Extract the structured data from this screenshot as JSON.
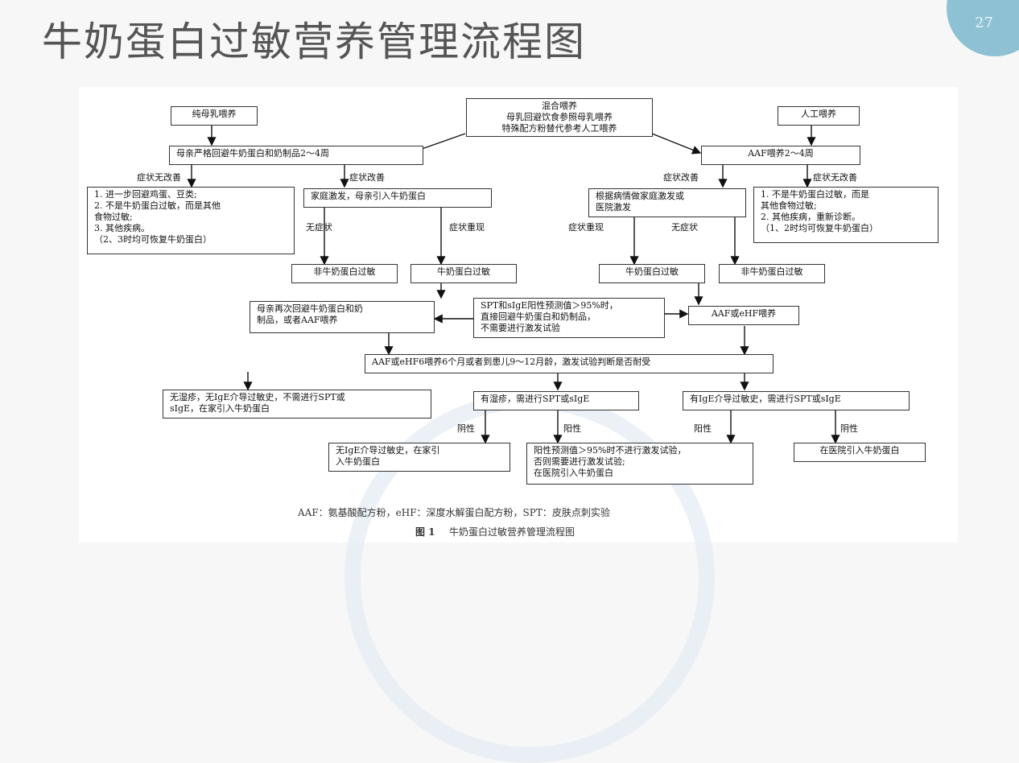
{
  "slide": {
    "title": "牛奶蛋白过敏营养管理流程图",
    "page_number": "27"
  },
  "flow": {
    "breastfeed": "纯母乳喂养",
    "mixed": "混合喂养\n母乳回避饮食参照母乳喂养\n特殊配方粉替代参考人工喂养",
    "formula": "人工喂养",
    "mother_avoid": "母亲严格回避牛奶蛋白和奶制品2～4周",
    "aaf_feed": "AAF喂养2～4周",
    "l_no_improve": "症状无改善",
    "l_improve": "症状改善",
    "r_improve": "症状改善",
    "r_no_improve": "症状无改善",
    "left_note": "1. 进一步回避鸡蛋、豆类;\n2. 不是牛奶蛋白过敏，而是其他\n    食物过敏;\n3. 其他疾病。\n  （2、3时均可恢复牛奶蛋白）",
    "home_challenge": "家庭激发，母亲引入牛奶蛋白",
    "hosp_challenge": "根据病情做家庭激发或\n医院激发",
    "right_note": "1. 不是牛奶蛋白过敏，而是\n    其他食物过敏;\n2. 其他疾病，重新诊断。\n  （1、2时均可恢复牛奶蛋白）",
    "l_no_symptom": "无症状",
    "l_recur": "症状重现",
    "r_recur": "症状重现",
    "r_no_symptom": "无症状",
    "non_cma_left": "非牛奶蛋白过敏",
    "cma_left": "牛奶蛋白过敏",
    "cma_right": "牛奶蛋白过敏",
    "non_cma_right": "非牛奶蛋白过敏",
    "mother_again": "母亲再次回避牛奶蛋白和奶\n制品，或者AAF喂养",
    "spt_note": "SPT和sIgE阳性预测值＞95%时，\n直接回避牛奶蛋白和奶制品，\n不需要进行激发试验",
    "aaf_or_ehf": "AAF或eHF喂养",
    "six_months": "AAF或eHF6喂养6个月或者到患儿9～12月龄，激发试验判断是否耐受",
    "no_eczema": "无湿疹，无IgE介导过敏史，不需进行SPT或\nsIgE，在家引入牛奶蛋白",
    "eczema": "有湿疹，需进行SPT或sIgE",
    "ige_history": "有IgE介导过敏史，需进行SPT或sIgE",
    "neg1": "阴性",
    "pos1": "阳性",
    "pos2": "阳性",
    "neg2": "阴性",
    "home_intro": "无IgE介导过敏史，在家引\n入牛奶蛋白",
    "positive_pred": "阳性预测值＞95%时不进行激发试验，\n否则需要进行激发试验;\n在医院引入牛奶蛋白",
    "hospital_intro": "在医院引入牛奶蛋白"
  },
  "footer": {
    "abbrev": "AAF：氨基酸配方粉，eHF：深度水解蛋白配方粉，SPT：皮肤点刺实验",
    "fig_num": "图 1",
    "fig_title": "牛奶蛋白过敏营养管理流程图"
  }
}
